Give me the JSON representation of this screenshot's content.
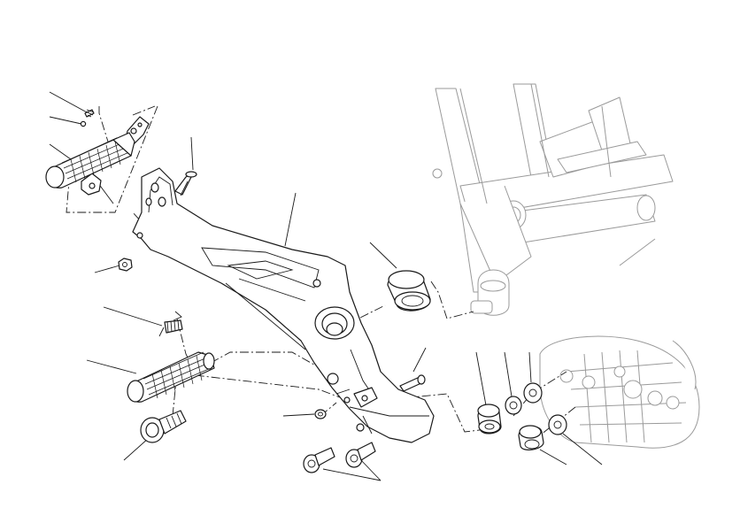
{
  "diagram": {
    "style": "exploded-parts-view",
    "line_color": "#1a1a1a",
    "background_color": "#ffffff",
    "context_color": "#9a9a9a",
    "parts": [
      "spring-small",
      "ball-detent",
      "footpeg-rider",
      "footpeg-mount-plate-top",
      "footpeg-mount-plate-bottom",
      "pivot-pin",
      "footrest-bracket",
      "nut",
      "return-spring",
      "footpeg-passenger",
      "footpeg-bolt",
      "spacer-bushing",
      "washer",
      "bracket-bolt",
      "engine-bushing",
      "engine-washer",
      "engine-spacer"
    ],
    "context": [
      "frame-tubes",
      "engine-case"
    ]
  }
}
